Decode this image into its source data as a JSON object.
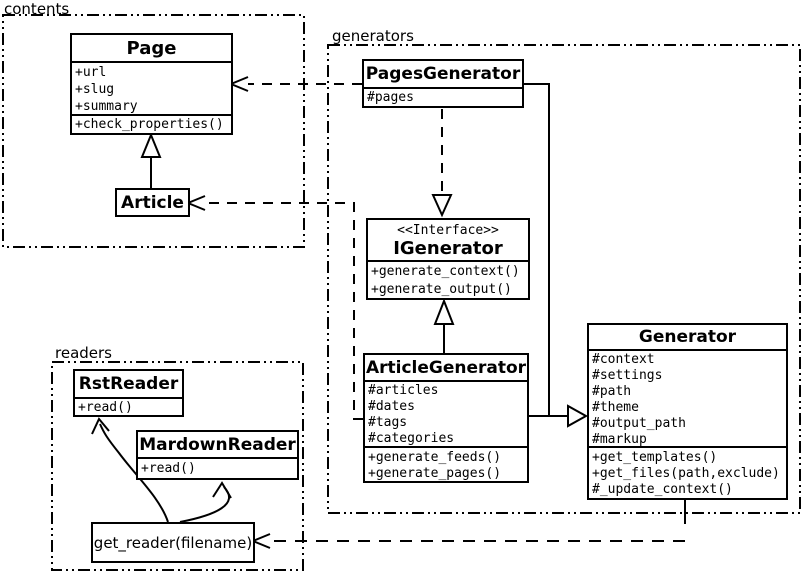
{
  "diagram": {
    "kind": "uml-class-diagram",
    "background": "#ffffff",
    "stroke_color": "#000000"
  },
  "packages": {
    "contents": {
      "label": "contents"
    },
    "generators": {
      "label": "generators"
    },
    "readers": {
      "label": "readers"
    }
  },
  "classes": {
    "page": {
      "name": "Page",
      "attributes": [
        "+url",
        "+slug",
        "+summary"
      ],
      "methods": [
        "+check_properties()"
      ]
    },
    "article": {
      "name": "Article",
      "attributes": [],
      "methods": []
    },
    "pages_generator": {
      "name": "PagesGenerator",
      "attributes": [
        "#pages"
      ],
      "methods": []
    },
    "igenerator": {
      "stereotype": "<<Interface>>",
      "name": "IGenerator",
      "attributes": [],
      "methods": [
        "+generate_context()",
        "+generate_output()"
      ]
    },
    "article_generator": {
      "name": "ArticleGenerator",
      "attributes": [
        "#articles",
        "#dates",
        "#tags",
        "#categories"
      ],
      "methods": [
        "+generate_feeds()",
        "+generate_pages()"
      ]
    },
    "generator": {
      "name": "Generator",
      "attributes": [
        "#context",
        "#settings",
        "#path",
        "#theme",
        "#output_path",
        "#markup"
      ],
      "methods": [
        "+get_templates()",
        "+get_files(path,exclude)",
        "#_update_context()"
      ]
    },
    "rst_reader": {
      "name": "RstReader",
      "attributes": [],
      "methods": [
        "+read()"
      ]
    },
    "mardown_reader": {
      "name": "MardownReader",
      "attributes": [],
      "methods": [
        "+read()"
      ]
    },
    "get_reader": {
      "label": "get_reader(filename)"
    }
  },
  "relationships": [
    {
      "from": "Article",
      "to": "Page",
      "type": "generalization"
    },
    {
      "from": "PagesGenerator",
      "to": "Page",
      "type": "dependency"
    },
    {
      "from": "PagesGenerator",
      "to": "IGenerator",
      "type": "realization"
    },
    {
      "from": "ArticleGenerator",
      "to": "IGenerator",
      "type": "generalization"
    },
    {
      "from": "PagesGenerator",
      "to": "Generator",
      "type": "generalization"
    },
    {
      "from": "ArticleGenerator",
      "to": "Generator",
      "type": "generalization"
    },
    {
      "from": "ArticleGenerator",
      "to": "Article",
      "type": "dependency"
    },
    {
      "from": "Generator",
      "to": "get_reader(filename)",
      "type": "dependency"
    },
    {
      "from": "get_reader(filename)",
      "to": "RstReader",
      "type": "arrow"
    },
    {
      "from": "get_reader(filename)",
      "to": "MardownReader",
      "type": "arrow"
    }
  ]
}
